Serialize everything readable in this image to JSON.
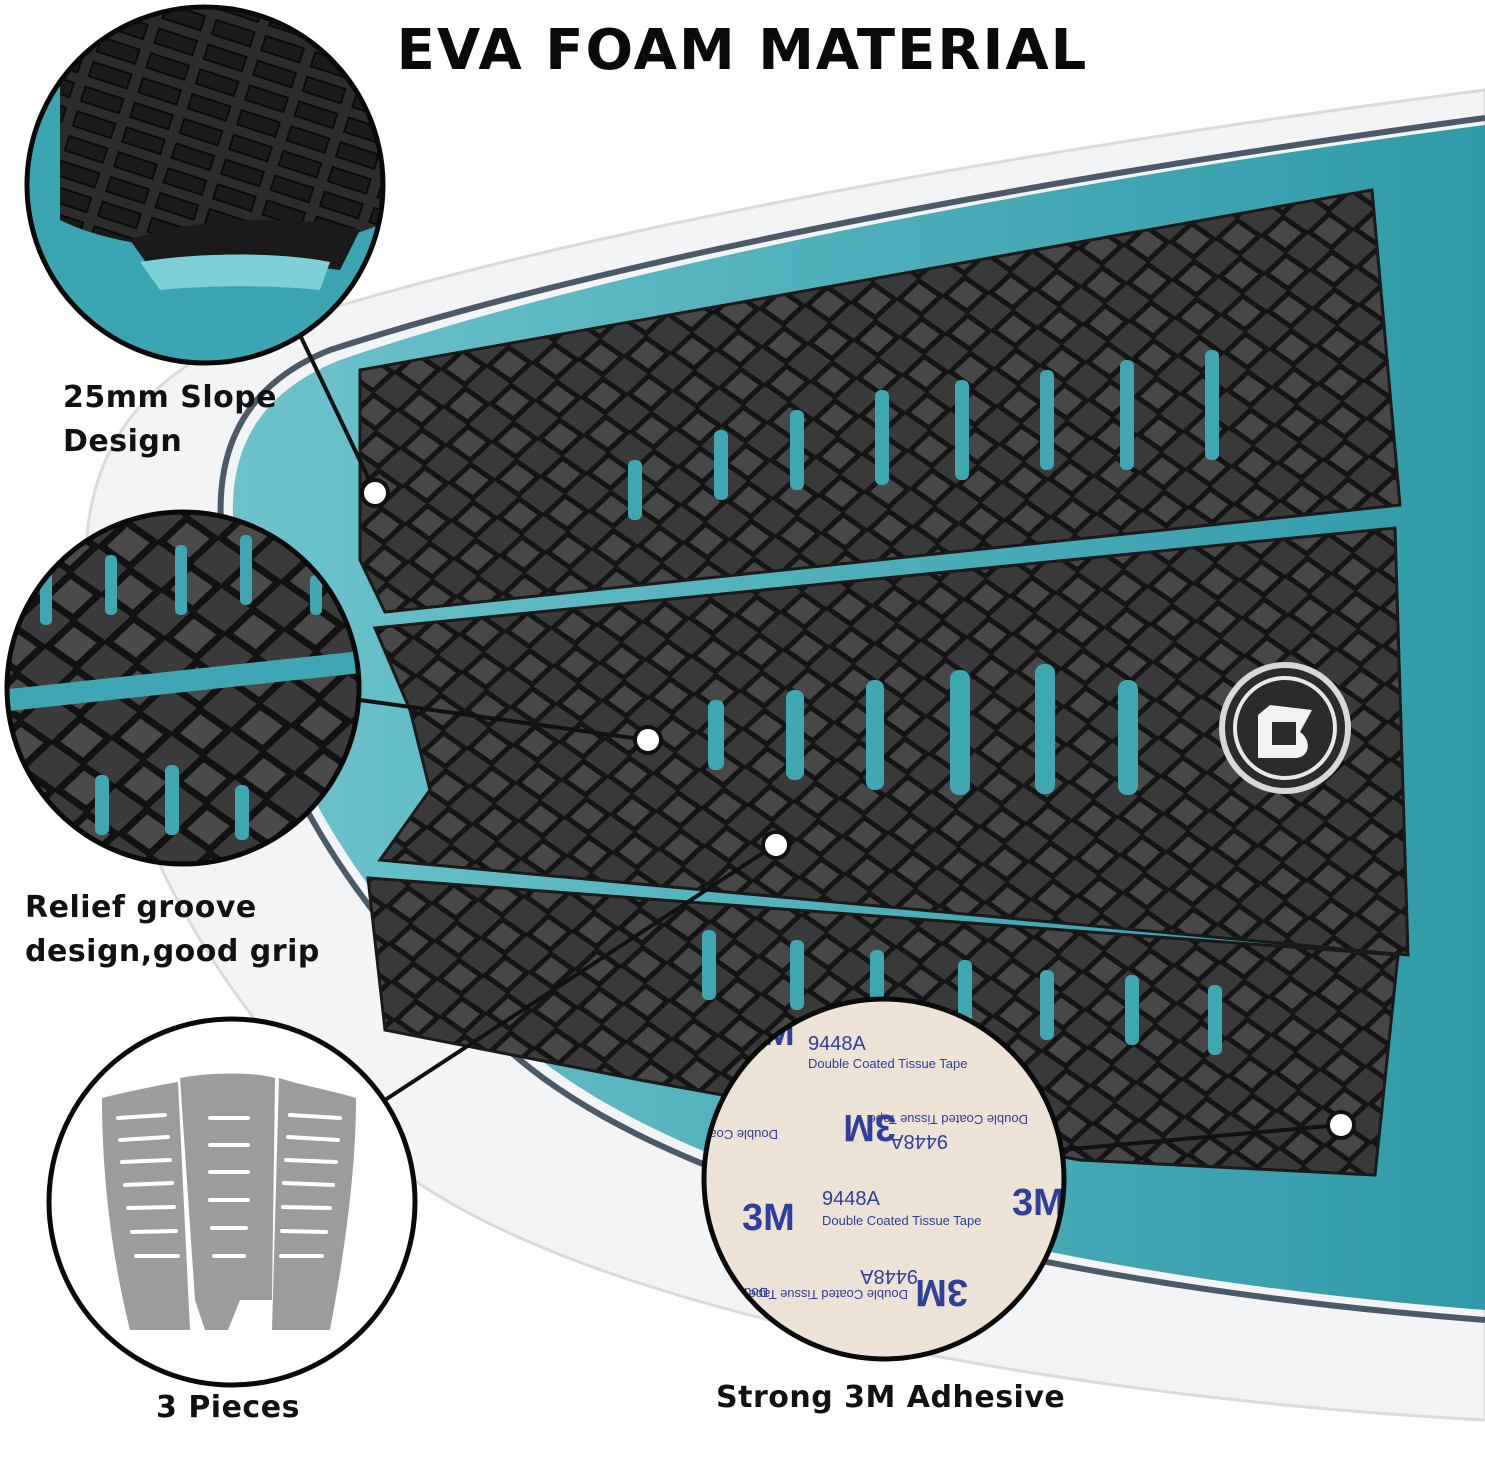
{
  "title": "EVA FOAM MATERIAL",
  "callouts": {
    "slope": "25mm Slope Design",
    "groove": "Relief groove design,good grip",
    "pieces": "3 Pieces",
    "adhesive": "Strong 3M Adhesive"
  },
  "tape": {
    "code": "9448A",
    "brand": "3M",
    "text": "Double Coated Tissue Tape"
  },
  "colors": {
    "board_white": "#f4f5f7",
    "deck_teal": "#3fa7b4",
    "pad_black": "#2a2a2a",
    "tape_blue": "#2f3f9a",
    "tape_paper": "#ece3d6",
    "pieces_gray": "#9c9c9c"
  }
}
